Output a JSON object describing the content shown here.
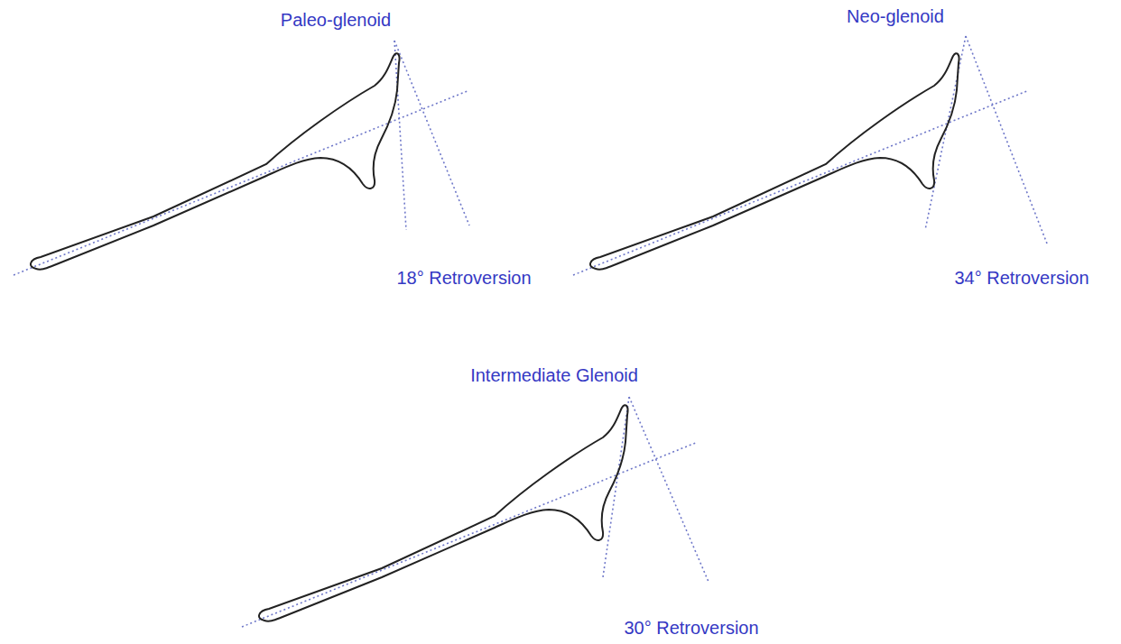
{
  "diagram": {
    "labels": [
      "Paleo-glenoid",
      "18° Retroversion",
      "Neo-glenoid",
      "34° Retroversion",
      "Intermediate Glenoid",
      "30° Retroversion"
    ]
  }
}
